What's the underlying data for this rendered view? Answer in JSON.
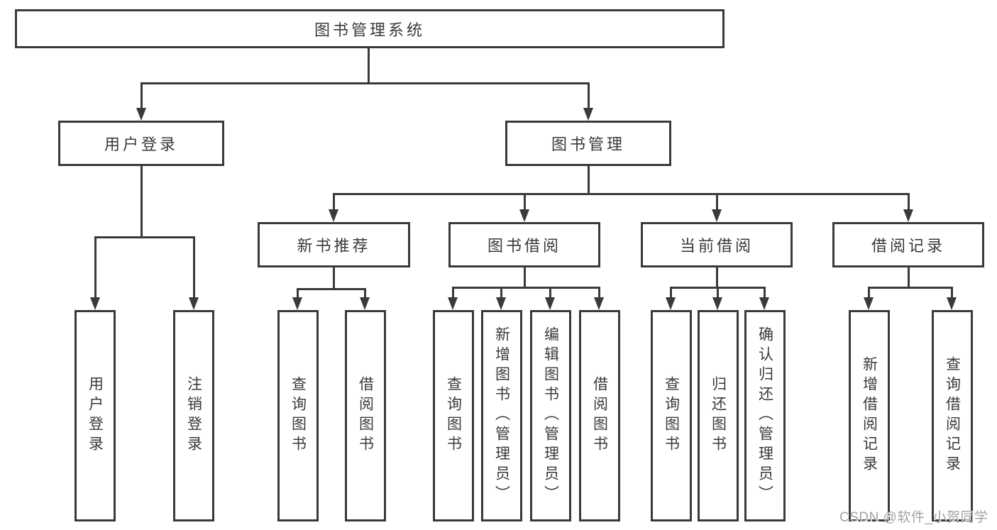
{
  "diagram": {
    "watermark": "CSDN @软件_小贺同学",
    "colors": {
      "ink": "#3a3a3a",
      "watermark": "#a3a3a3",
      "background": "#ffffff"
    },
    "nodes": {
      "root": "图书管理系统",
      "user_login": "用户登录",
      "book_mgmt": "图书管理",
      "new_books": "新书推荐",
      "book_borrow": "图书借阅",
      "current_borrow": "当前借阅",
      "borrow_records": "借阅记录"
    },
    "leaves": {
      "user_login": [
        "用户登录",
        "注销登录"
      ],
      "new_books": [
        "查询图书",
        "借阅图书"
      ],
      "book_borrow": [
        "查询图书",
        "新增图书（管理员）",
        "编辑图书（管理员）",
        "借阅图书"
      ],
      "current_borrow": [
        "查询图书",
        "归还图书",
        "确认归还（管理员）"
      ],
      "borrow_records": [
        "新增借阅记录",
        "查询借阅记录"
      ]
    }
  }
}
